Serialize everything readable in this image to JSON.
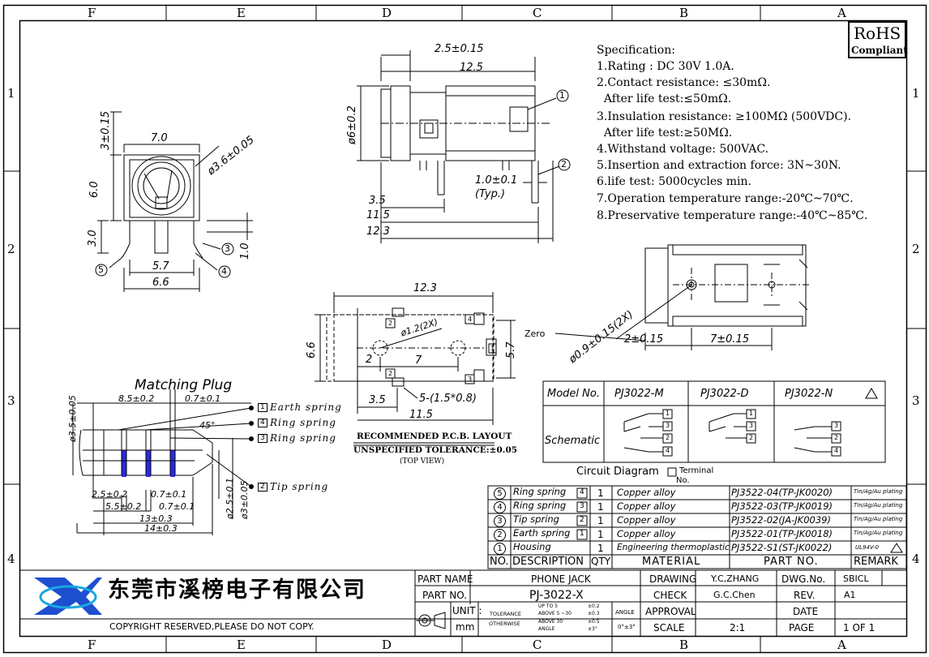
{
  "grid": {
    "columns": [
      "F",
      "E",
      "D",
      "C",
      "B",
      "A"
    ],
    "rows": [
      "1",
      "2",
      "3",
      "4"
    ]
  },
  "rohs": {
    "line1": "RoHS",
    "line2": "Compliant"
  },
  "specification": {
    "title": "Specification:",
    "lines": [
      "1.Rating : DC 30V 1.0A.",
      "2.Contact resistance: ≤30mΩ.",
      "  After life test:≤50mΩ.",
      "3.Insulation resistance: ≥100MΩ (500VDC).",
      "  After life test:≥50MΩ.",
      "4.Withstand voltage: 500VAC.",
      "5.Insertion and extraction force: 3N~30N.",
      "6.life test: 5000cycles min.",
      "7.Operation temperature range:-20℃~70℃.",
      "8.Preservative temperature range:-40℃~85℃."
    ]
  },
  "front_view": {
    "dims": [
      "7.0",
      "3±0.15",
      "6.0",
      "3.0",
      "5.7",
      "6.6",
      "1.0",
      "ø3.6±0.05"
    ],
    "pins": [
      "3",
      "4",
      "5"
    ]
  },
  "side_view": {
    "dims": [
      "2.5±0.15",
      "12.5",
      "ø6±0.2",
      "1.0±0.1",
      "(Typ.)",
      "3.5",
      "11.5",
      "12.3"
    ],
    "callouts": [
      "1",
      "2"
    ]
  },
  "bottom_view": {
    "dims": [
      "2±0.15",
      "7±0.15",
      "ø0.9±0.15(2X)"
    ],
    "zero_label": "Zero"
  },
  "pcb_layout": {
    "dims": [
      "12.3",
      "6.6",
      "5.7",
      "2",
      "7",
      "3.5",
      "11.5",
      "ø1.2(2X)",
      "5-(1.5*0.8)"
    ],
    "pads": [
      "2",
      "4",
      "1",
      "2",
      "3"
    ],
    "title": "RECOMMENDED P.C.B. LAYOUT",
    "tolerance": "UNSPECIFIED TOLERANCE:±0.05",
    "view": "(TOP VIEW)"
  },
  "matching_plug": {
    "title": "Matching Plug",
    "dims": [
      "8.5±0.2",
      "0.7±0.1",
      "ø3.5±0.05",
      "45°",
      "2.5±0.2",
      "0.7±0.1",
      "5.5±0.2",
      "0.7±0.1",
      "13±0.3",
      "14±0.3",
      "ø2.5±0.1",
      "ø3±0.05"
    ],
    "springs": [
      {
        "num": "1",
        "label": "Earth spring"
      },
      {
        "num": "4",
        "label": "Ring spring"
      },
      {
        "num": "3",
        "label": "Ring spring"
      },
      {
        "num": "2",
        "label": "Tip spring"
      }
    ]
  },
  "model_table": {
    "header": [
      "Model No.",
      "PJ3022-M",
      "PJ3022-D",
      "PJ3022-N"
    ],
    "row_label": "Schematic",
    "m_pins": [
      "1",
      "3",
      "2",
      "4"
    ],
    "d_pins": [
      "1",
      "3",
      "2"
    ],
    "n_pins": [
      "3",
      "2",
      "4"
    ]
  },
  "circuit_diagram": {
    "label": "Circuit Diagram",
    "terminal": "Terminal",
    "terminal2": "No."
  },
  "bom": {
    "rows": [
      {
        "no": "5",
        "desc": "Ring spring",
        "box": "4",
        "qty": "1",
        "material": "Copper alloy",
        "part": "PJ3522-04(TP-JK0020)",
        "remark": "Tin/Ag/Au plating"
      },
      {
        "no": "4",
        "desc": "Ring spring",
        "box": "3",
        "qty": "1",
        "material": "Copper alloy",
        "part": "PJ3522-03(TP-JK0019)",
        "remark": "Tin/Ag/Au plating"
      },
      {
        "no": "3",
        "desc": "Tip spring",
        "box": "2",
        "qty": "1",
        "material": "Copper alloy",
        "part": "PJ3522-02(JA-JK0039)",
        "remark": "Tin/Ag/Au plating"
      },
      {
        "no": "2",
        "desc": "Earth spring",
        "box": "1",
        "qty": "1",
        "material": "Copper alloy",
        "part": "PJ3522-01(TP-JK0018)",
        "remark": "Tin/Ag/Au plating"
      },
      {
        "no": "1",
        "desc": "Housing",
        "box": "",
        "qty": "1",
        "material": "Engineering thermoplastic",
        "part": "PJ3522-S1(ST-JK0022)",
        "remark": "UL94V-0"
      }
    ],
    "header": {
      "no": "NO.",
      "desc": "DESCRIPTION",
      "qty": "QTY",
      "material": "MATERIAL",
      "part": "PART NO.",
      "remark": "REMARK"
    }
  },
  "title_block": {
    "company": "东莞市溪榜电子有限公司",
    "copyright": "COPYRIGHT RESERVED,PLEASE DO NOT COPY.",
    "part_name_label": "PART NAME",
    "part_name": "PHONE JACK",
    "part_no_label": "PART NO.",
    "part_no": "PJ-3022-X",
    "unit_label": "UNIT :",
    "unit": "mm",
    "tolerance_label": "TOLERANCE",
    "otherwise_label": "OTHERWISE",
    "tol_rows": [
      {
        "range": "UP TO 5",
        "val": "±0.2"
      },
      {
        "range": "ABOVE 5 ~30",
        "val": "±0.3"
      },
      {
        "range": "ABOVE 30",
        "val": "±0.5"
      },
      {
        "range": "ANGLE",
        "val": "±3°"
      }
    ],
    "angle_label": "ANGLE",
    "angle_val": "0°±3°",
    "drawing_label": "DRAWING",
    "drawing": "Y.C,ZHANG",
    "check_label": "CHECK",
    "check": "G.C.Chen",
    "approval_label": "APPROVAL",
    "scale_label": "SCALE",
    "scale": "2:1",
    "dwg_label": "DWG.No.",
    "dwg": "SBICL",
    "rev_label": "REV.",
    "rev": "A1",
    "date_label": "DATE",
    "page_label": "PAGE",
    "page": "1 OF 1"
  },
  "colors": {
    "ink": "#000000",
    "plug_band": "#2a2ae0",
    "logo_blue": "#1d4fd0",
    "logo_cyan": "#19a7e0"
  }
}
